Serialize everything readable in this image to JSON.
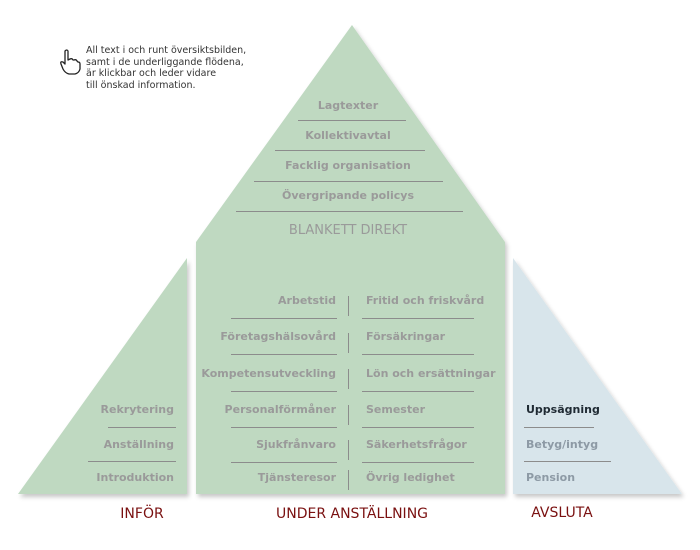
{
  "hint": {
    "lines": [
      "All text i och runt översiktsbilden,",
      "samt i de underliggande flödena,",
      "är klickbar och leder vidare",
      "till önskad information."
    ]
  },
  "top": {
    "items": [
      "Lagtexter",
      "Kollektivavtal",
      "Facklig organisation",
      "Övergripande policys"
    ],
    "blankett": "BLANKETT DIREKT"
  },
  "middle": {
    "left": [
      "Arbetstid",
      "Företagshälsovård",
      "Kompetensutveckling",
      "Personalförmåner",
      "Sjukfrånvaro",
      "Tjänsteresor"
    ],
    "right": [
      "Fritid och friskvård",
      "Försäkringar",
      "Lön och ersättningar",
      "Semester",
      "Säkerhetsfrågor",
      "Övrig ledighet"
    ]
  },
  "infor": {
    "items": [
      "Rekrytering",
      "Anställning",
      "Introduktion"
    ]
  },
  "avsluta": {
    "items": [
      "Uppsägning",
      "Betyg/intyg",
      "Pension"
    ]
  },
  "sections": {
    "infor": "INFÖR",
    "under": "UNDER ANSTÄLLNING",
    "avsluta": "AVSLUTA"
  },
  "colors": {
    "green": "#bfd9c1",
    "blue": "#d8e5eb",
    "section": "#7a1010"
  }
}
